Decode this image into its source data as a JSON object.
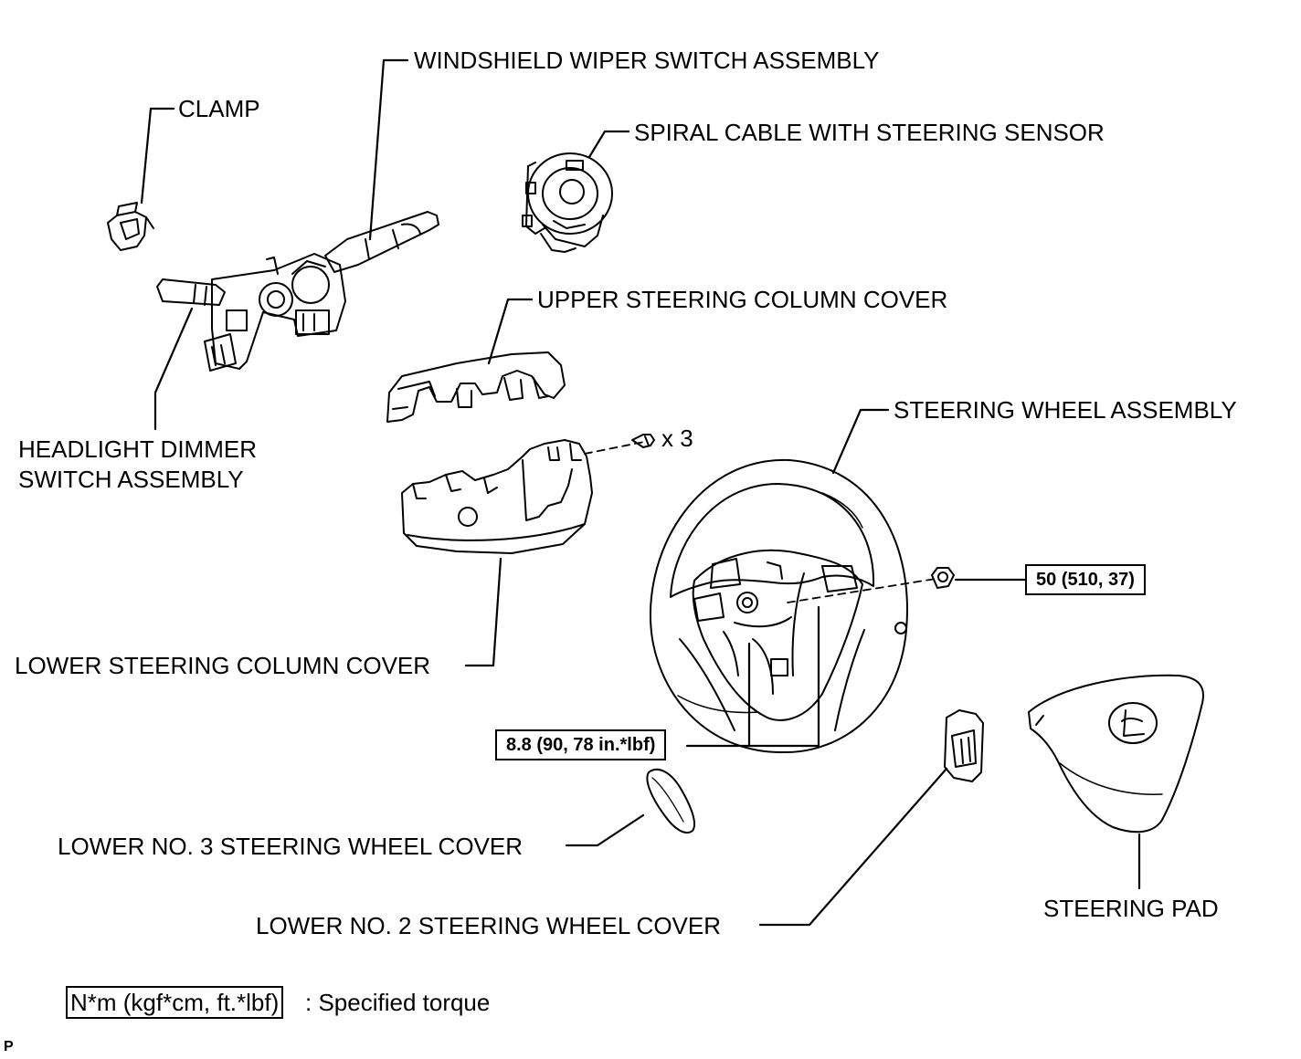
{
  "labels": {
    "wiper_switch": "WINDSHIELD WIPER SWITCH ASSEMBLY",
    "clamp": "CLAMP",
    "spiral_cable": "SPIRAL CABLE WITH STEERING SENSOR",
    "upper_cover": "UPPER STEERING COLUMN COVER",
    "headlight_line1": "HEADLIGHT DIMMER",
    "headlight_line2": "SWITCH ASSEMBLY",
    "screw_count": "x 3",
    "steering_wheel": "STEERING WHEEL ASSEMBLY",
    "lower_cover": "LOWER STEERING COLUMN COVER",
    "lower_no3": "LOWER NO. 3 STEERING WHEEL COVER",
    "lower_no2": "LOWER NO. 2 STEERING WHEEL COVER",
    "steering_pad": "STEERING PAD"
  },
  "torques": {
    "nut": "50 (510, 37)",
    "screws": "8.8 (90, 78 in.*lbf)"
  },
  "legend": {
    "box": "N*m (kgf*cm, ft.*lbf)",
    "text": ": Specified torque"
  },
  "corner_mark": "P"
}
